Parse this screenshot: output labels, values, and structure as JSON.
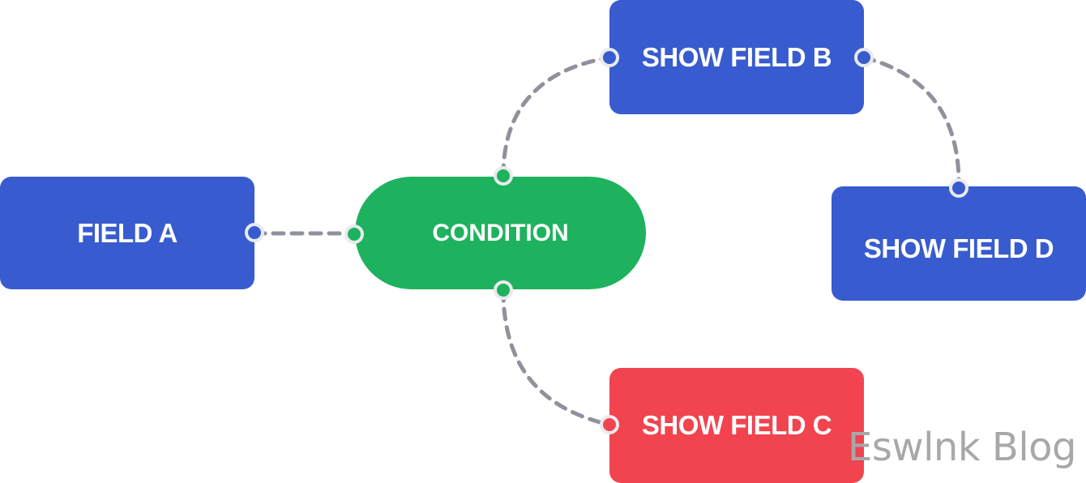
{
  "nodes": {
    "field_a": {
      "label": "FIELD A",
      "color": "#385ccf"
    },
    "condition": {
      "label": "CONDITION",
      "color": "#1eb25e"
    },
    "show_field_b": {
      "label": "SHOW FIELD B",
      "color": "#385ccf"
    },
    "show_field_c": {
      "label": "SHOW FIELD C",
      "color": "#f1444f"
    },
    "show_field_d": {
      "label": "SHOW FIELD D",
      "color": "#385ccf"
    }
  },
  "edges": [
    {
      "from": "field_a",
      "to": "condition",
      "style": "dashed"
    },
    {
      "from": "condition",
      "to": "show_field_b",
      "style": "dashed"
    },
    {
      "from": "condition",
      "to": "show_field_c",
      "style": "dashed"
    },
    {
      "from": "show_field_b",
      "to": "show_field_d",
      "style": "dashed"
    }
  ],
  "connector_color": "#8f929c",
  "watermark": "Eswlnk Blog"
}
